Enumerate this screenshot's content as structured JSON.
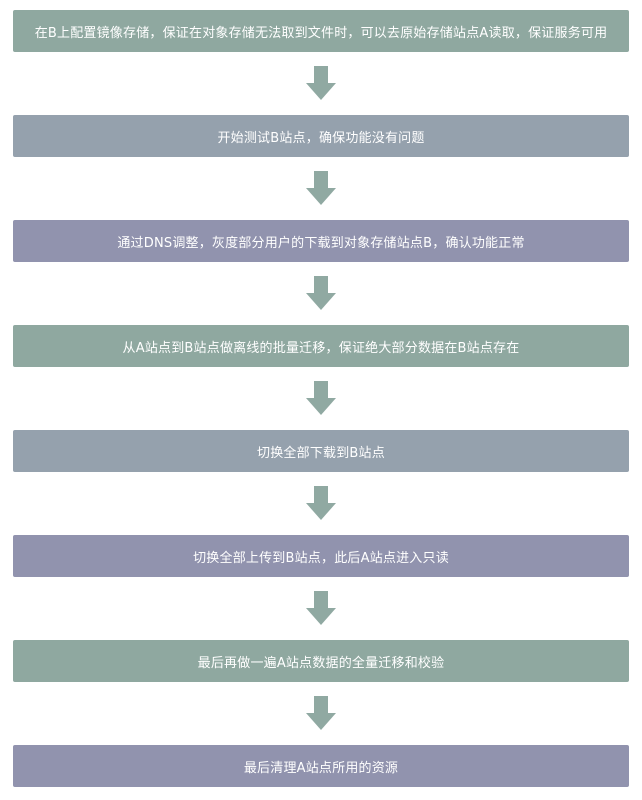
{
  "colors": {
    "teal_box": "#8fa8a0",
    "slate_box": "#95a1ad",
    "purple_box": "#9193ae",
    "arrow": "#90a9a2"
  },
  "steps": [
    {
      "text": "在B上配置镜像存储，保证在对象存储无法取到文件时，可以去原始存储站点A读取，保证服务可用",
      "color": "#8fa8a0"
    },
    {
      "text": "开始测试B站点，确保功能没有问题",
      "color": "#95a1ad"
    },
    {
      "text": "通过DNS调整，灰度部分用户的下载到对象存储站点B，确认功能正常",
      "color": "#9193ae"
    },
    {
      "text": "从A站点到B站点做离线的批量迁移，保证绝大部分数据在B站点存在",
      "color": "#8fa8a0"
    },
    {
      "text": "切换全部下载到B站点",
      "color": "#95a1ad"
    },
    {
      "text": "切换全部上传到B站点，此后A站点进入只读",
      "color": "#9193ae"
    },
    {
      "text": "最后再做一遍A站点数据的全量迁移和校验",
      "color": "#8fa8a0"
    },
    {
      "text": "最后清理A站点所用的资源",
      "color": "#9193ae"
    }
  ]
}
